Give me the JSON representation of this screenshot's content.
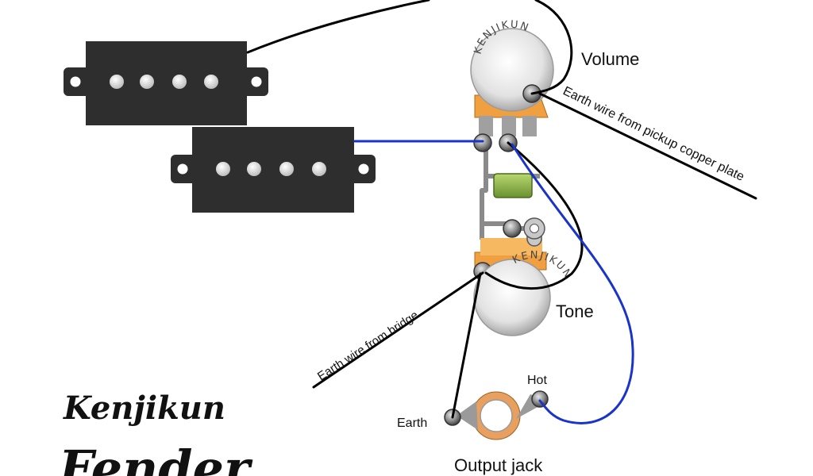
{
  "labels": {
    "volume": "Volume",
    "tone": "Tone",
    "earth_pickup": "Earth wire from pickup copper plate",
    "earth_bridge": "Earth wire from bridge",
    "hot": "Hot",
    "earth": "Earth",
    "output_jack": "Output jack"
  },
  "knob_brand": "KENJIKUN",
  "brand": {
    "signature": "Kenjikun",
    "logo": "Fender"
  },
  "colors": {
    "black_wire": "#000000",
    "blue_wire": "#1a33c8",
    "capacitor": "#8ab040",
    "pot_base": "#f0a040",
    "lug": "#8a8a8a",
    "pickup": "#2e2e2e",
    "jack_ring": "#e8a060"
  }
}
